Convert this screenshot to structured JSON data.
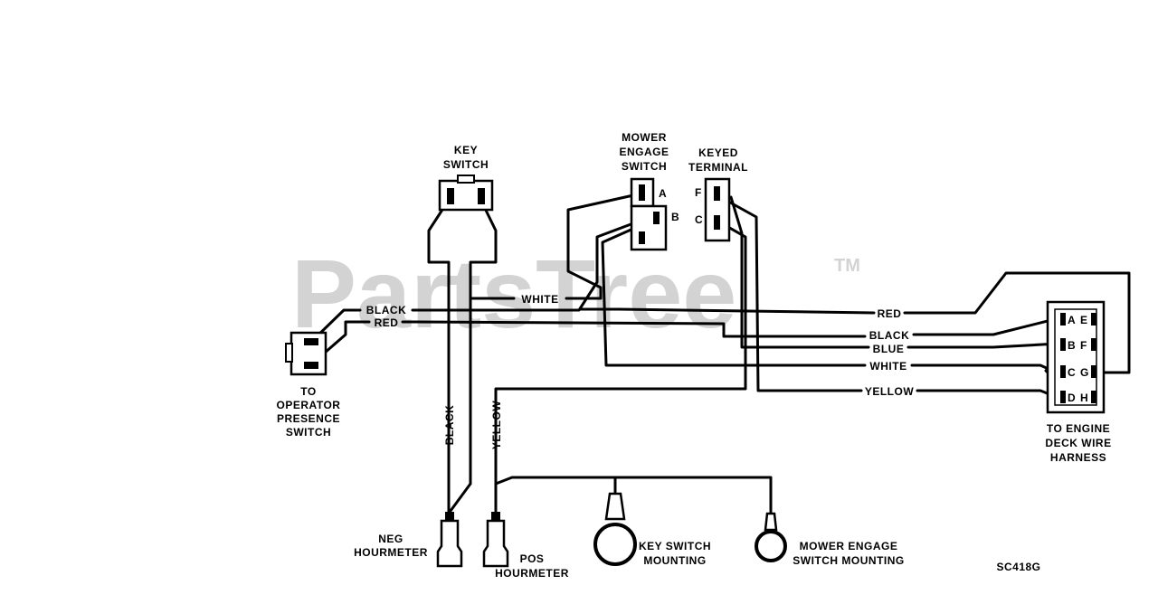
{
  "watermark": {
    "text": "PartsTree",
    "tm": "TM"
  },
  "components": {
    "key_switch": [
      "KEY",
      "SWITCH"
    ],
    "mower_engage_switch": [
      "MOWER",
      "ENGAGE",
      "SWITCH"
    ],
    "mower_engage_pins": [
      "A",
      "B"
    ],
    "keyed_terminal": [
      "KEYED",
      "TERMINAL"
    ],
    "keyed_terminal_pins": [
      "F",
      "C"
    ],
    "operator_presence": [
      "TO",
      "OPERATOR",
      "PRESENCE",
      "SWITCH"
    ],
    "engine_deck": [
      "TO ENGINE",
      "DECK WIRE",
      "HARNESS"
    ],
    "engine_deck_pins_left": [
      "A",
      "B",
      "C",
      "D"
    ],
    "engine_deck_pins_right": [
      "E",
      "F",
      "G",
      "H"
    ],
    "neg_hourmeter": [
      "NEG",
      "HOURMETER"
    ],
    "pos_hourmeter": [
      "POS",
      "HOURMETER"
    ],
    "key_switch_mounting": [
      "KEY SWITCH",
      "MOUNTING"
    ],
    "mower_engage_mounting": [
      "MOWER ENGAGE",
      "SWITCH MOUNTING"
    ]
  },
  "wires": {
    "white_top": "WHITE",
    "black_left": "BLACK",
    "red_left": "RED",
    "red_right": "RED",
    "black_right": "BLACK",
    "blue": "BLUE",
    "white_right": "WHITE",
    "yellow_right": "YELLOW",
    "black_vertical": "BLACK",
    "yellow_vertical": "YELLOW"
  },
  "figure_code": "SC418G"
}
